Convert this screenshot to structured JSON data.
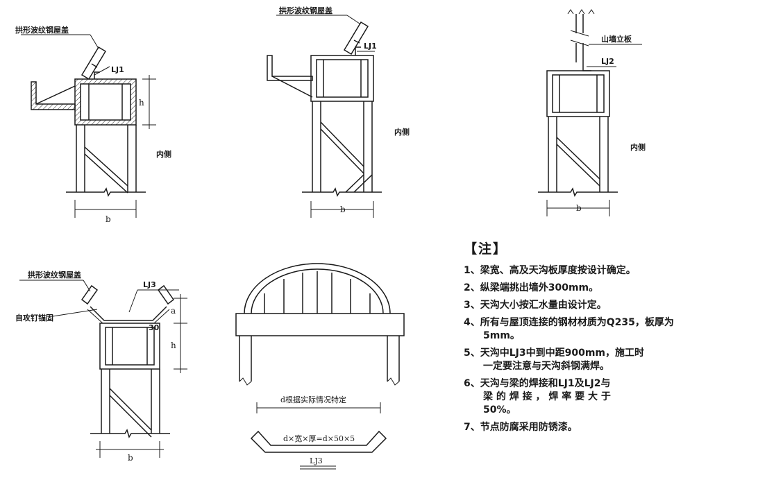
{
  "labels": {
    "roof_panel": "拱形波纹钢屋盖",
    "lj1": "LJ1",
    "lj2": "LJ2",
    "lj3": "LJ3",
    "inner_side": "内侧",
    "gable_panel": "山墙立板",
    "self_tapping_screw": "自攻钉锚固",
    "dim_b": "b",
    "dim_h": "h",
    "dim_a": "a",
    "dim_30": "30",
    "d_note": "d根据实际情况特定",
    "lj3_size": "d×宽×厚=d×50×5",
    "lj3_title": "LJ3"
  },
  "notes": {
    "title": "【注】",
    "items": [
      {
        "text": "1、梁宽、高及天沟板厚度按设计确定。",
        "cont": []
      },
      {
        "text": "2、纵梁端挑出墙外300mm。",
        "cont": []
      },
      {
        "text": "3、天沟大小按汇水量由设计定。",
        "cont": []
      },
      {
        "text": "4、所有与屋顶连接的钢材材质为Q235，板厚为",
        "cont": [
          "5mm。"
        ]
      },
      {
        "text": "5、天沟中LJ3中到中距900mm，施工时",
        "cont": [
          "一定要注意与天沟斜钢满焊。"
        ]
      },
      {
        "text": "6、天沟与梁的焊接和LJ1及LJ2与",
        "cont": [
          "梁 的 焊 接 ， 焊 率 要 大 于",
          "50%。"
        ]
      },
      {
        "text": "7、节点防腐采用防锈漆。",
        "cont": []
      }
    ]
  }
}
